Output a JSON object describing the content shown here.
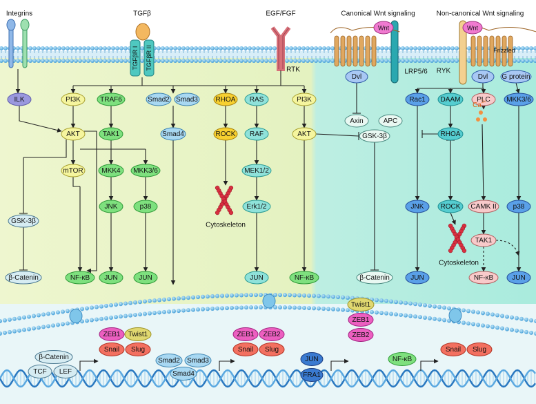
{
  "headers": {
    "integrins": "Integrins",
    "tgfb": "TGFβ",
    "egf": "EGF/FGF",
    "canonical": "Canonical Wnt signaling",
    "noncanonical": "Non-canonical Wnt signaling"
  },
  "receptors": {
    "tgfbr1": "TGFβR I",
    "tgfbr2": "TGFβR II",
    "rtk": "RTK",
    "lrp": "LRP5/6",
    "ryk": "RYK",
    "frizzled": "Frizzled",
    "wnt1": "Wnt",
    "wnt2": "Wnt",
    "dvl1": "Dvl",
    "dvl2": "Dvl",
    "gprotein": "G protein"
  },
  "nodes": {
    "ilk": "ILK",
    "pi3k1": "PI3K",
    "traf6": "TRAF6",
    "smad2": "Smad2",
    "smad3": "Smad3",
    "rhoa1": "RHOA",
    "ras": "RAS",
    "pi3k2": "PI3K",
    "akt1": "AKT",
    "tak1a": "TAK1",
    "smad4": "Smad4",
    "rock1": "ROCK",
    "raf": "RAF",
    "akt2": "AKT",
    "mtor": "mTOR",
    "mkk4": "MKK4",
    "mkk36a": "MKK3/6",
    "mek": "MEK1/2",
    "erk": "Erk1/2",
    "gsk1": "GSK-3β",
    "jnk1": "JNK",
    "p38a": "p38",
    "bcat1": "β-Catenin",
    "nfkb1": "NF-κB",
    "jun1": "JUN",
    "jun2": "JUN",
    "jun3": "JUN",
    "nfkb2": "NF-κB",
    "axin": "Axin",
    "apc": "APC",
    "gsk2": "GSK-3β",
    "bcat2": "β-Catenin",
    "rac1": "Rac1",
    "daam": "DAAM",
    "plc": "PLC",
    "mkk36b": "MKK3/6",
    "rhoa2": "RHOA",
    "ca": "Ca",
    "jnk2": "JNK",
    "rock2": "ROCK",
    "camk": "CAMK II",
    "p38b": "p38",
    "tak1b": "TAK1",
    "jun4": "JUN",
    "nfkb3": "NF-κB",
    "jun5": "JUN",
    "cyto1": "Cytoskeleton",
    "cyto2": "Cytoskeleton"
  },
  "nucleus": {
    "bcat": "β-Catenin",
    "tcf": "TCF",
    "lef": "LEF",
    "zeb1a": "ZEB1",
    "twist1a": "Twist1",
    "snail1": "Snail",
    "slug1": "Slug",
    "smad2": "Smad2",
    "smad3": "Smad3",
    "smad4": "Smad4",
    "zeb1b": "ZEB1",
    "zeb2a": "ZEB2",
    "snail2": "Snail",
    "slug2": "Slug",
    "jun": "JUN",
    "fra1": "FRA1",
    "twist1b": "Twist1",
    "zeb1c": "ZEB1",
    "zeb2b": "ZEB2",
    "nfkb": "NF-κB",
    "snail3": "Snail",
    "slug3": "Slug"
  },
  "colors": {
    "bg_left": "#e9f3c6",
    "bg_right": "#b9eee2",
    "lavender": "#9b9be0",
    "yellow": "#f3f39a",
    "green": "#7ee07e",
    "blue": "#a8d8f0",
    "gold": "#f7d02a",
    "teal": "#8ee0d8",
    "pink": "#f7c6c6",
    "salmon": "#f37060",
    "magenta": "#ec5fc0",
    "olive": "#e0d870",
    "membrane": "#6bbde8",
    "dna": "#4aa0d8"
  }
}
